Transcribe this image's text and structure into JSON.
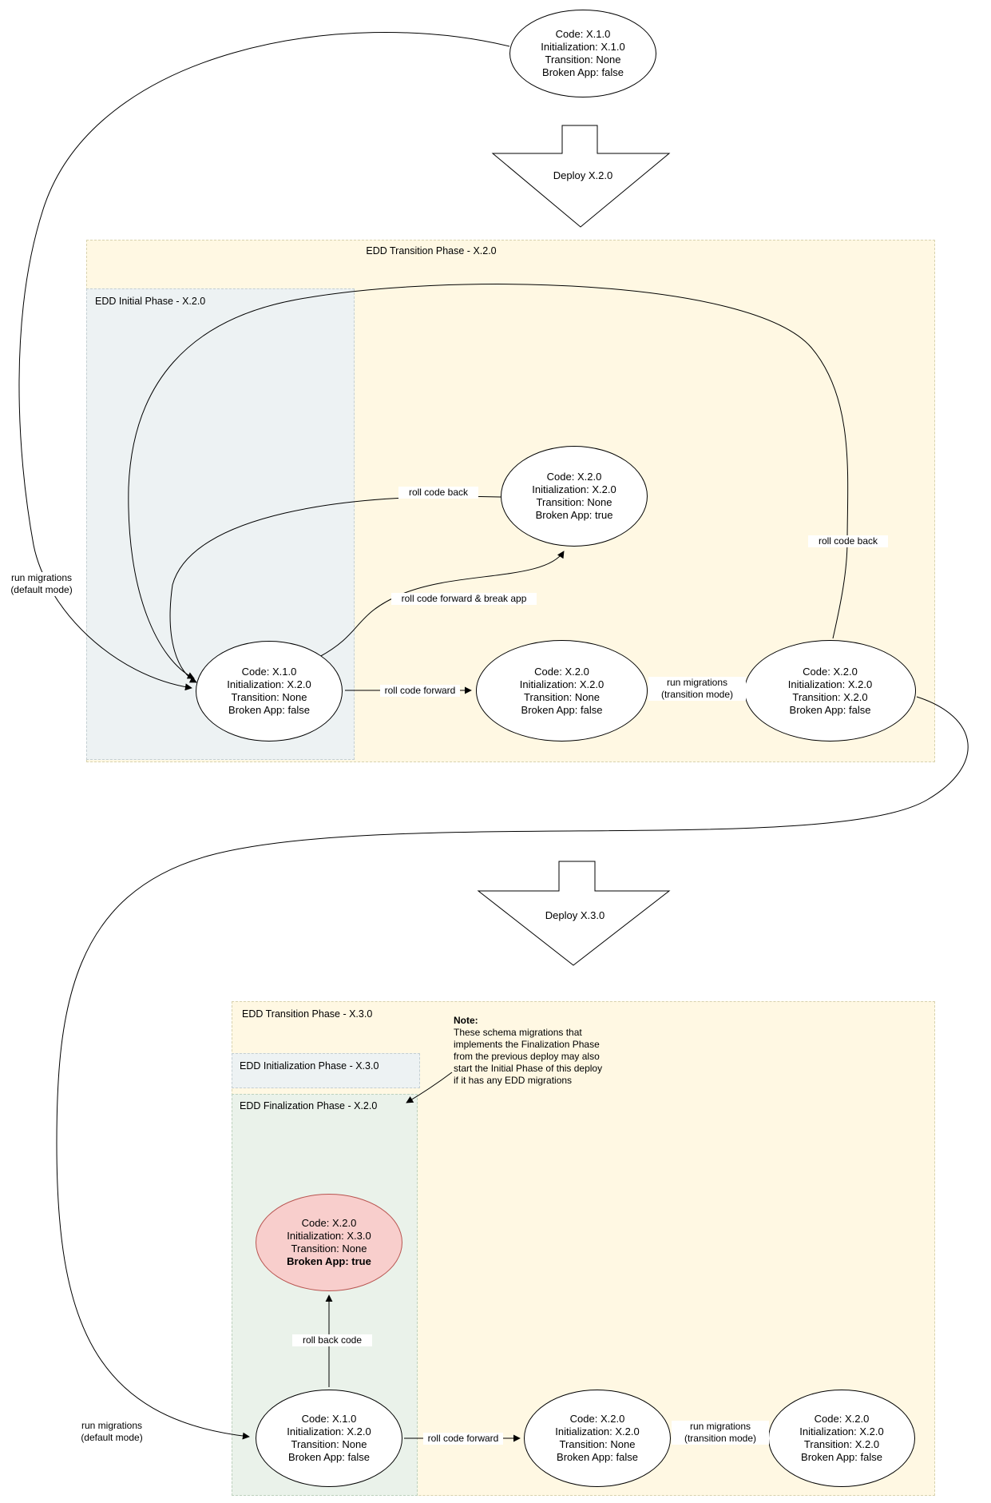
{
  "nodes": {
    "start": {
      "lines": [
        "Code: X.1.0",
        "Initialization: X.1.0",
        "Transition: None",
        "Broken App: false"
      ]
    },
    "t2_initial": {
      "lines": [
        "Code: X.1.0",
        "Initialization: X.2.0",
        "Transition: None",
        "Broken App: false"
      ]
    },
    "t2_broken": {
      "lines": [
        "Code: X.2.0",
        "Initialization: X.2.0",
        "Transition: None",
        "Broken App: true"
      ]
    },
    "t2_current": {
      "lines": [
        "Code: X.2.0",
        "Initialization: X.2.0",
        "Transition: None",
        "Broken App: false"
      ]
    },
    "t2_transition": {
      "lines": [
        "Code: X.2.0",
        "Initialization: X.2.0",
        "Transition: X.2.0",
        "Broken App: false"
      ]
    },
    "t3_broken": {
      "lines": [
        "Code: X.2.0",
        "Initialization: X.3.0",
        "Transition: None",
        "Broken App: true"
      ]
    },
    "t3_initial": {
      "lines": [
        "Code: X.1.0",
        "Initialization: X.2.0",
        "Transition: None",
        "Broken App: false"
      ]
    },
    "t3_current": {
      "lines": [
        "Code: X.2.0",
        "Initialization: X.2.0",
        "Transition: None",
        "Broken App: false"
      ]
    },
    "t3_transition": {
      "lines": [
        "Code: X.2.0",
        "Initialization: X.2.0",
        "Transition: X.2.0",
        "Broken App: false"
      ]
    }
  },
  "phases": {
    "transition2": "EDD Transition Phase - X.2.0",
    "initial2": "EDD Initial Phase - X.2.0",
    "transition3": "EDD Transition Phase - X.3.0",
    "initialization3": "EDD Initialization Phase - X.3.0",
    "finalization2": "EDD Finalization Phase - X.2.0"
  },
  "deploys": {
    "deploy2": "Deploy X.2.0",
    "deploy3": "Deploy X.3.0"
  },
  "edges": {
    "run_migrations_default": {
      "lines": [
        "run migrations",
        "(default mode)"
      ]
    },
    "roll_code_back": "roll code back",
    "roll_code_forward_break": "roll code forward & break app",
    "roll_code_forward": "roll code forward",
    "run_migrations_transition": {
      "lines": [
        "run migrations",
        "(transition mode)"
      ]
    },
    "roll_back_code": "roll back code"
  },
  "note": {
    "title": "Note:",
    "lines": [
      "These schema migrations that",
      "implements the Finalization Phase",
      "from the previous deploy may also",
      "start the Initial Phase of this deploy",
      "if it has any EDD migrations"
    ]
  },
  "colors": {
    "phase_yellow": "#fff8e3",
    "phase_gray": "#edf2f3",
    "phase_green": "#eaf2ea",
    "broken_fill": "#f8cecc",
    "broken_stroke": "#b85450",
    "line": "#000000"
  }
}
